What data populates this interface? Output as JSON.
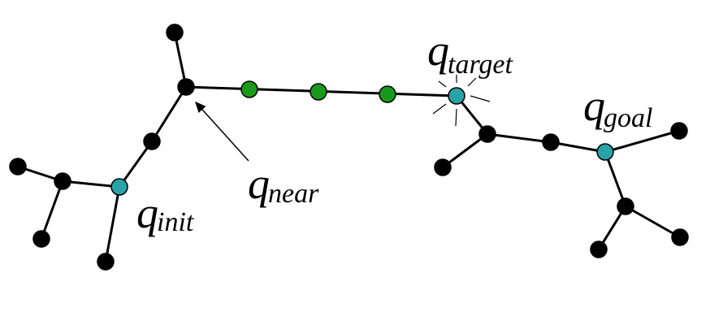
{
  "colors": {
    "tree_node": "#000000",
    "new_node": "#1a9a1a",
    "special_node": "#2aa3a8",
    "edge": "#000000"
  },
  "labels": {
    "init": {
      "main": "q",
      "sub": "init"
    },
    "near": {
      "main": "q",
      "sub": "near"
    },
    "target": {
      "main": "q",
      "sub": "target"
    },
    "goal": {
      "main": "q",
      "sub": "goal"
    }
  }
}
